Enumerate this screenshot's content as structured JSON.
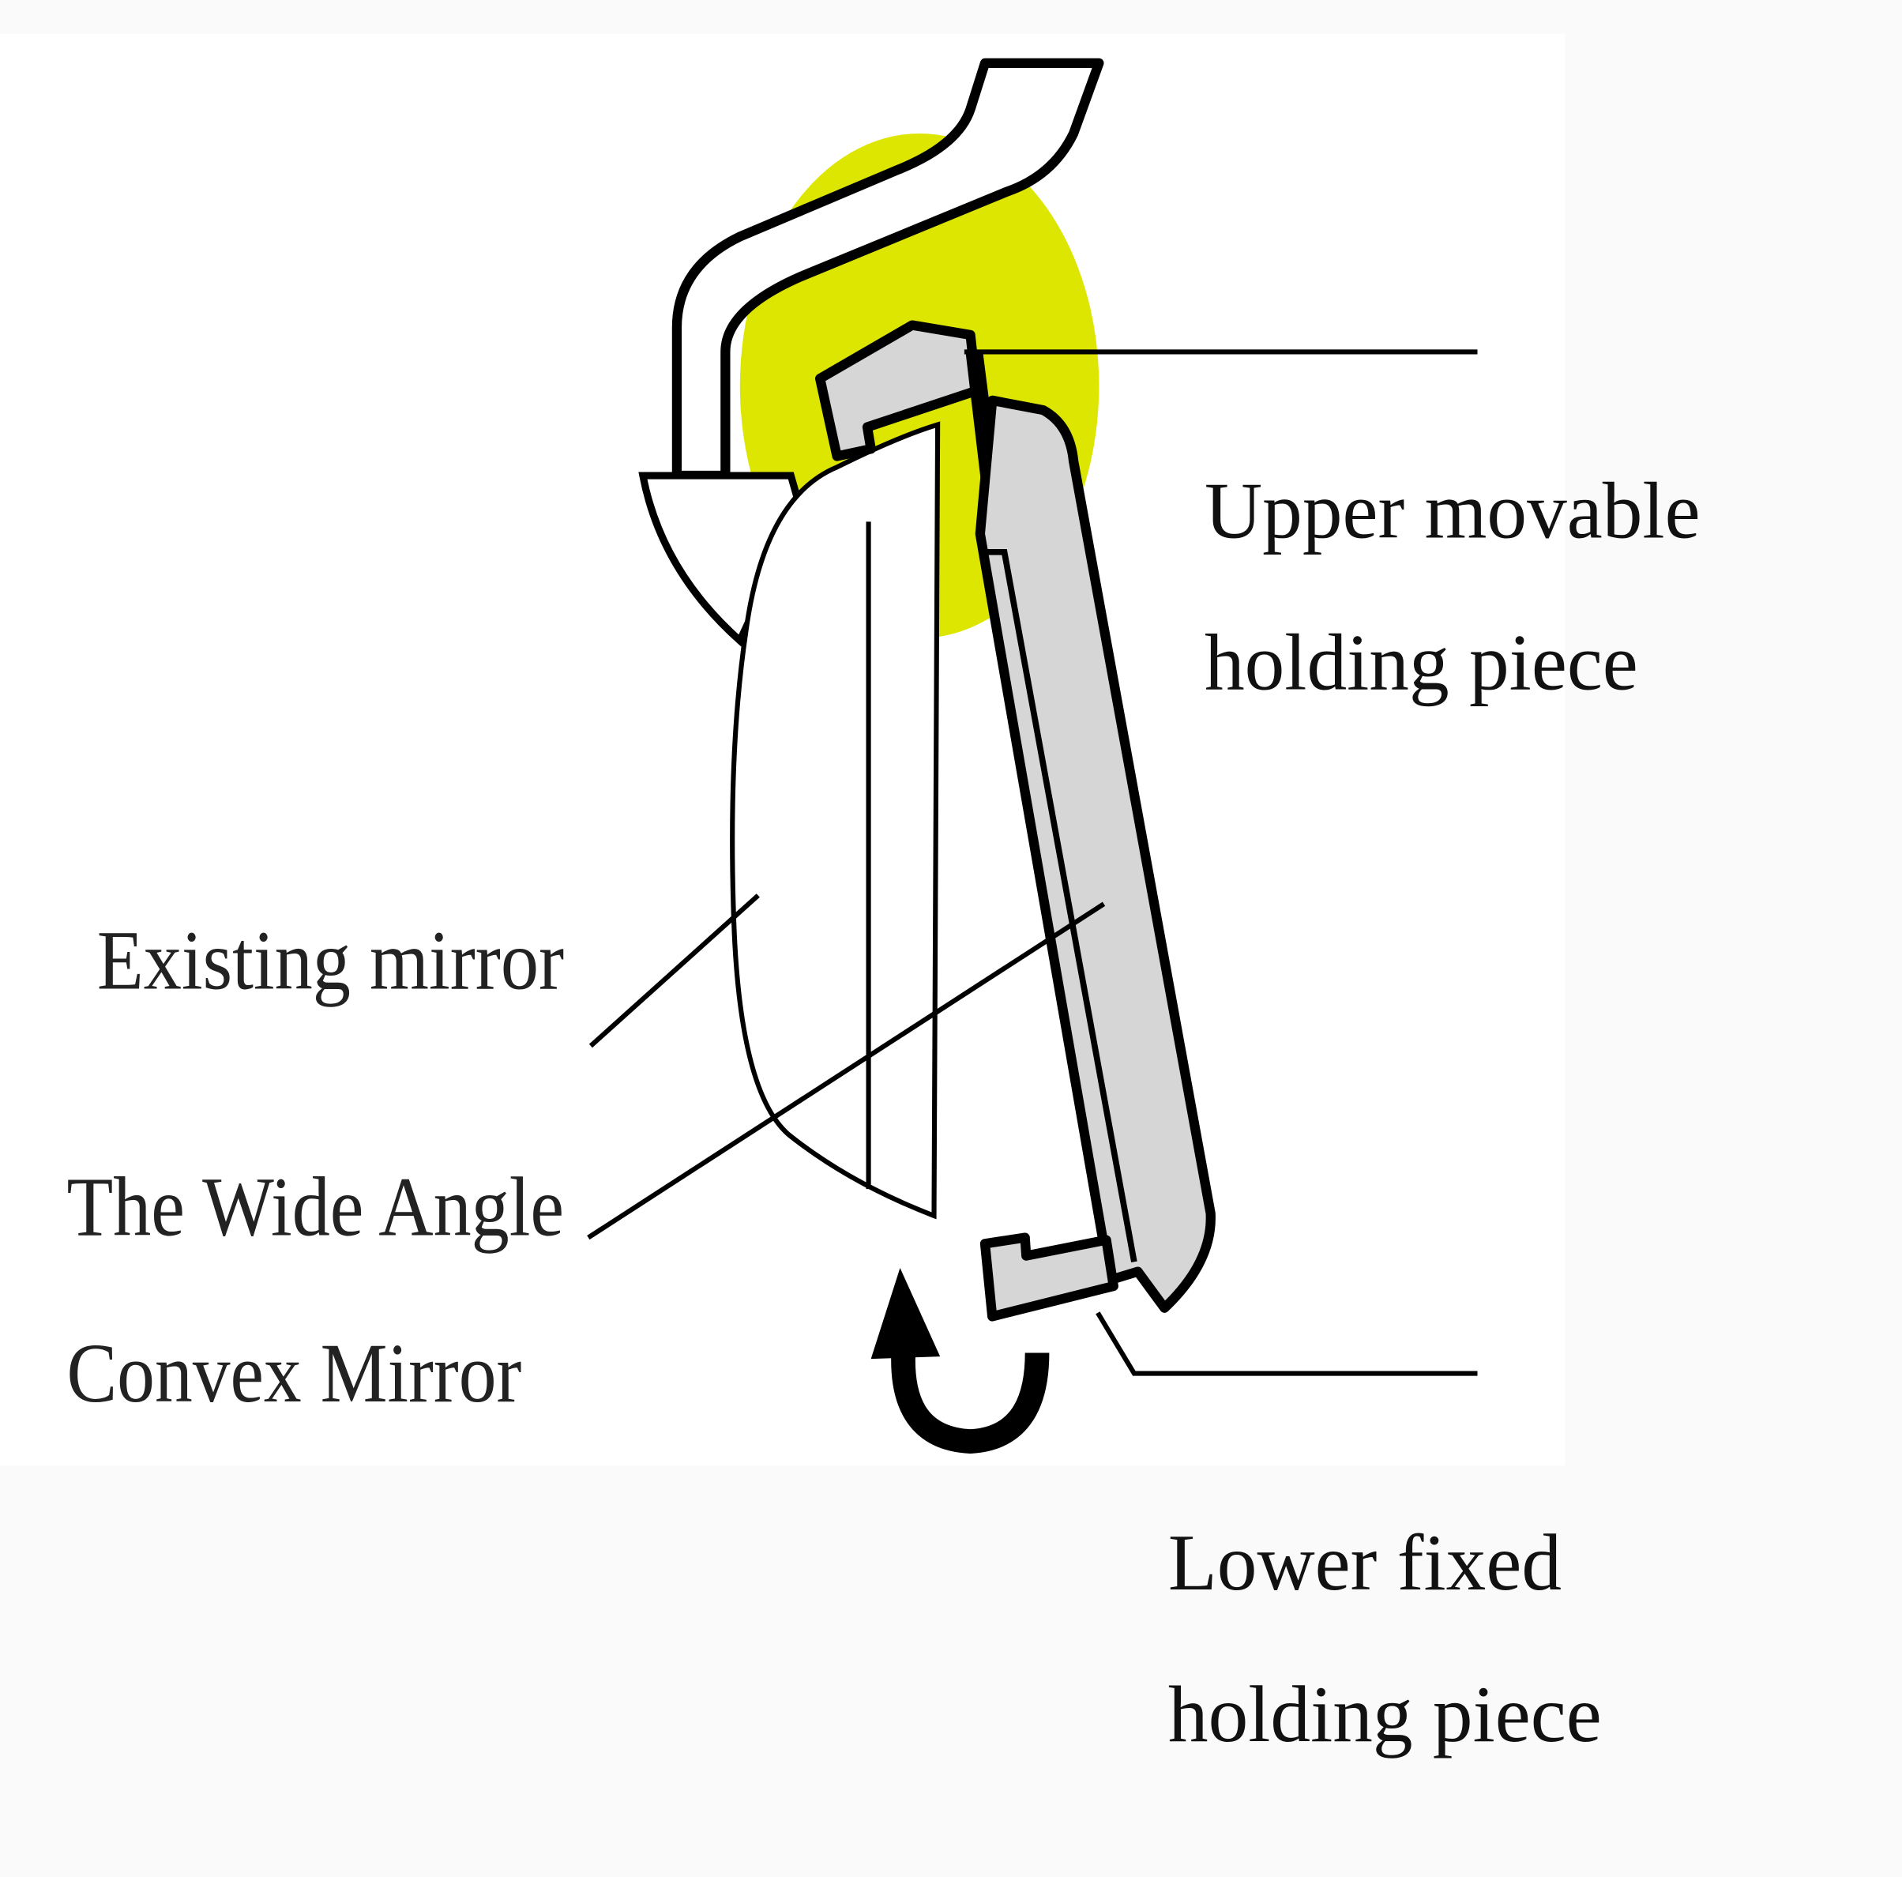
{
  "colors": {
    "background": "#fafafa",
    "highlight": "#dde600",
    "outline": "#000000",
    "mirror_fill": "#d6d6d6"
  },
  "labels": {
    "upper_line1": "Upper movable",
    "upper_line2": "holding piece",
    "existing_mirror": "Existing mirror",
    "wide_line1": "The Wide Angle",
    "wide_line2": "Convex Mirror",
    "lower_line1": "Lower fixed",
    "lower_line2": "holding piece"
  }
}
